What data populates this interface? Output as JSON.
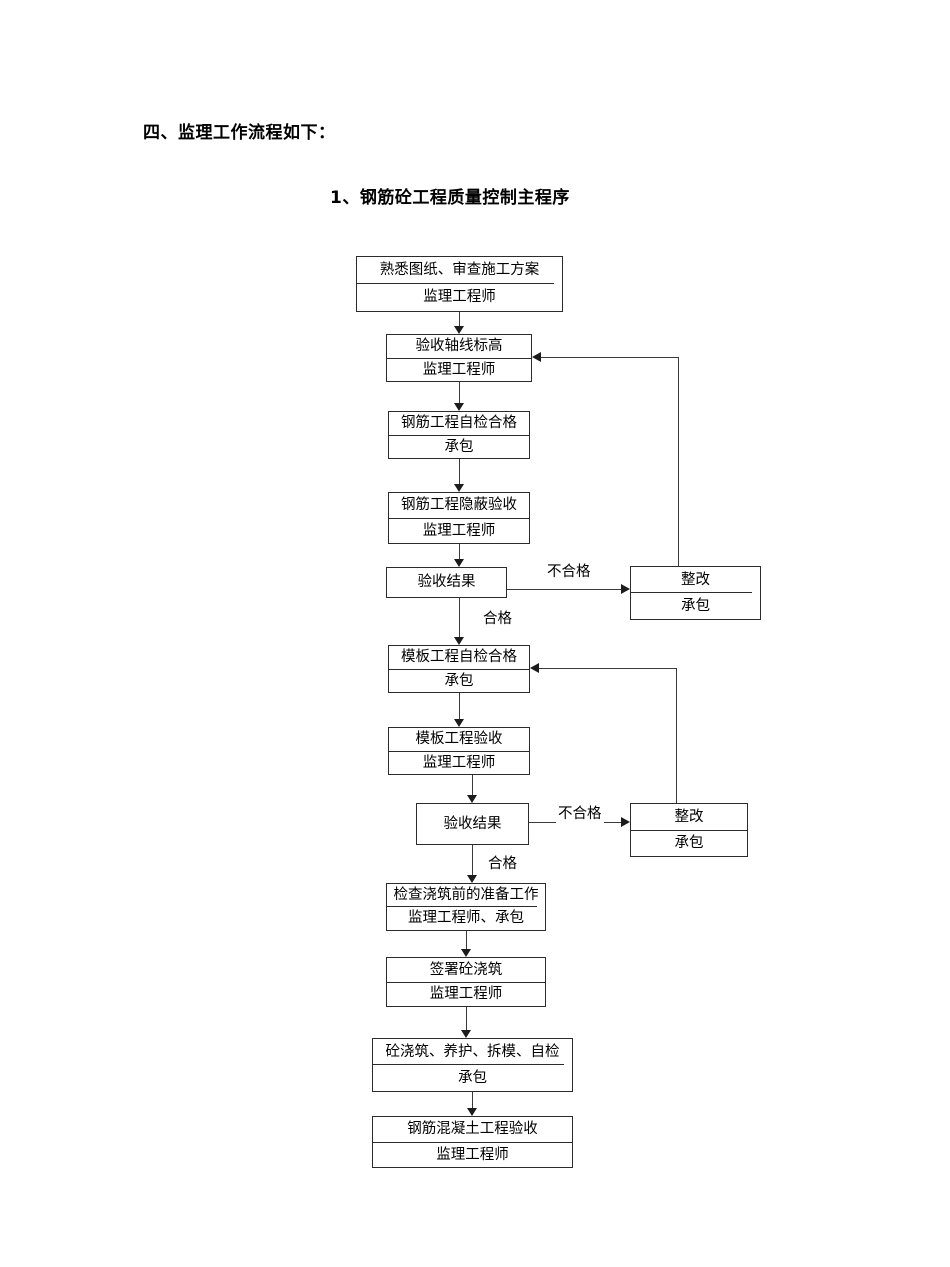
{
  "document": {
    "section_heading": "四、监理工作流程如下：",
    "chart_title": "1、钢筋砼工程质量控制主程序"
  },
  "flowchart": {
    "type": "flowchart",
    "nodes": [
      {
        "id": "n1",
        "title": "熟悉图纸、审查施工方案",
        "actor": "监理工程师"
      },
      {
        "id": "n2",
        "title": "验收轴线标高",
        "actor": "监理工程师"
      },
      {
        "id": "n3",
        "title": "钢筋工程自检合格",
        "actor": "承包"
      },
      {
        "id": "n4",
        "title": "钢筋工程隐蔽验收",
        "actor": "监理工程师"
      },
      {
        "id": "n5",
        "title": "验收结果",
        "actor": ""
      },
      {
        "id": "r1",
        "title": "整改",
        "actor": "承包"
      },
      {
        "id": "n6",
        "title": "模板工程自检合格",
        "actor": "承包"
      },
      {
        "id": "n7",
        "title": "模板工程验收",
        "actor": "监理工程师"
      },
      {
        "id": "n8",
        "title": "验收结果",
        "actor": ""
      },
      {
        "id": "r2",
        "title": "整改",
        "actor": "承包"
      },
      {
        "id": "n9",
        "title": "检查浇筑前的准备工作",
        "actor": "监理工程师、承包"
      },
      {
        "id": "n10",
        "title": "签署砼浇筑",
        "actor": "监理工程师"
      },
      {
        "id": "n11",
        "title": "砼浇筑、养护、拆模、自检",
        "actor": "承包"
      },
      {
        "id": "n12",
        "title": "钢筋混凝土工程验收",
        "actor": "监理工程师"
      }
    ],
    "edge_labels": {
      "fail_1": "不合格",
      "pass_1": "合格",
      "fail_2": "不合格",
      "pass_2": "合格"
    },
    "colors": {
      "line": "#2b2b2b",
      "text": "#000000",
      "background": "#ffffff"
    }
  }
}
